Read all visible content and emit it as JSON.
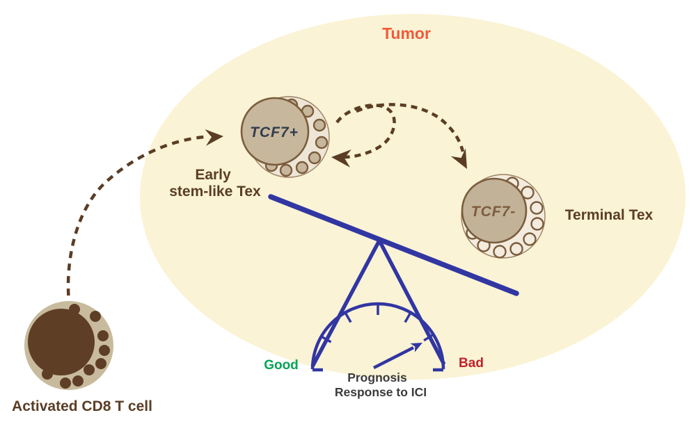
{
  "figure": {
    "tumor_label": "Tumor",
    "cells": {
      "activated": {
        "label": "Activated CD8 T cell"
      },
      "stem": {
        "gene": "TCF7+",
        "label_line1": "Early",
        "label_line2": "stem-like Tex"
      },
      "terminal": {
        "gene": "TCF7-",
        "label": "Terminal Tex"
      }
    },
    "balance": {
      "good": "Good",
      "bad": "Bad",
      "caption_line1": "Prognosis",
      "caption_line2": "Response to ICI"
    },
    "flows": [
      {
        "from": "Activated CD8 T cell",
        "to": "Early stem-like Tex (TCF7+)",
        "style": "dashed arrow"
      },
      {
        "from": "Early stem-like Tex (TCF7+)",
        "to": "Early stem-like Tex (TCF7+)",
        "style": "dashed self-renewal loop"
      },
      {
        "from": "Early stem-like Tex (TCF7+)",
        "to": "Terminal Tex (TCF7-)",
        "style": "dashed arrow"
      }
    ],
    "balance_reading": "needle points toward Bad side (more Terminal Tex = worse prognosis / ICI response)"
  },
  "colors": {
    "background": "#FFFFFF",
    "tumor_fill": "#FAF3D5",
    "tumor_text": "#F1593A",
    "arrow_brown": "#5B3D24",
    "label_brown": "#5B3D24",
    "cell_stroke": "#7B5C3B",
    "blob_light": "#EDE5D6",
    "blob_lighter": "#F3EBDE",
    "blob_edge": "#9B8061",
    "cell_tan": "#C7B79C",
    "cell_tan_dark": "#C1B298",
    "activated_outer": "#C8BB9D",
    "activated_inner": "#5E3F25",
    "tcf7_pos_text": "#303C4F",
    "tcf7_neg_text": "#7D5B3C",
    "blue": "#3136A2",
    "good_green": "#00A551",
    "bad_red": "#C2222C",
    "caption_text": "#3B3B3B"
  }
}
